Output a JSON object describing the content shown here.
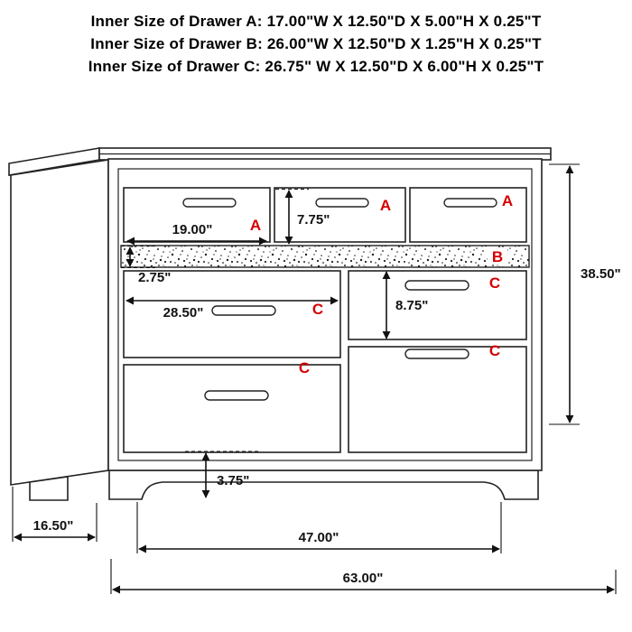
{
  "header": {
    "lines": [
      "Inner Size of Drawer A: 17.00\"W X 12.50\"D X 5.00\"H X 0.25\"T",
      "Inner Size of Drawer B: 26.00\"W X 12.50\"D X 1.25\"H X 0.25\"T",
      "Inner Size of Drawer C: 26.75\" W X 12.50\"D X 6.00\"H X 0.25\"T"
    ]
  },
  "diagram": {
    "drawer_labels": {
      "a1": "A",
      "a2": "A",
      "a3": "A",
      "b": "B",
      "c1": "C",
      "c2": "C",
      "c3": "C",
      "c4": "C"
    },
    "dimensions": {
      "drawer_a_width": "19.00\"",
      "drawer_a_height": "7.75\"",
      "drawer_b_height": "2.75\"",
      "drawer_c_width": "28.50\"",
      "drawer_c_height": "8.75\"",
      "overall_height": "38.50\"",
      "leg_height": "3.75\"",
      "depth": "16.50\"",
      "leg_span": "47.00\"",
      "overall_width": "63.00\""
    },
    "colors": {
      "label_red": "#d60000",
      "line_black": "#111111"
    }
  }
}
